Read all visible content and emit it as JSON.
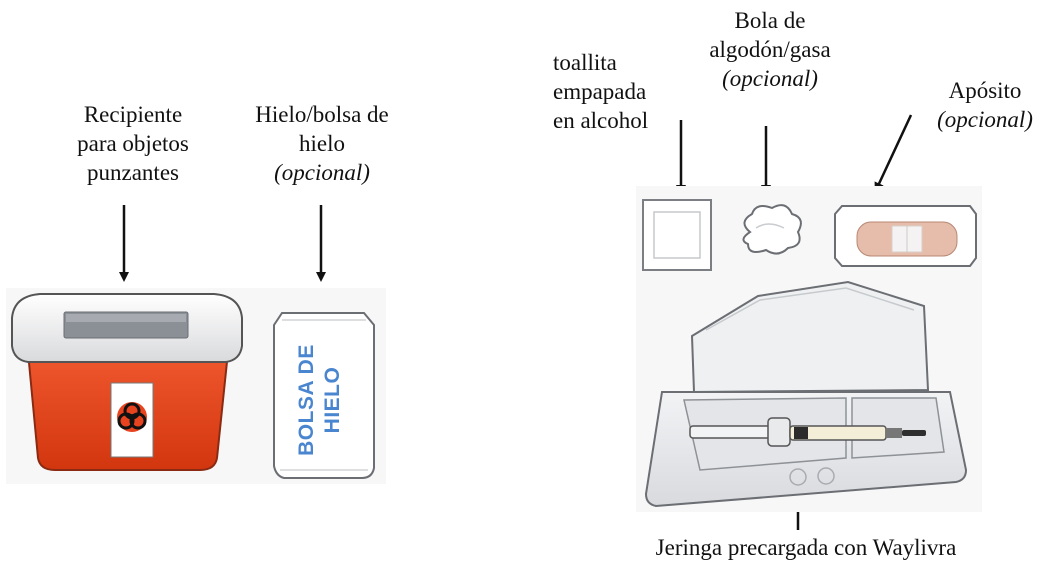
{
  "labels": {
    "sharps_container": [
      "Recipiente",
      "para objetos",
      "punzantes"
    ],
    "ice_pack": {
      "lines": [
        "Hielo/bolsa de",
        "hielo"
      ],
      "optional": "(opcional)"
    },
    "alcohol_wipe": [
      "toallita",
      "empapada",
      "en alcohol"
    ],
    "cotton_ball": {
      "lines": [
        "Bola de",
        "algodón/gasa"
      ],
      "optional": "(opcional)"
    },
    "bandage": {
      "lines": [
        "Apósito"
      ],
      "optional": "(opcional)"
    },
    "syringe": "Jeringa precargada con Waylivra"
  },
  "ice_pack_text": [
    "BOLSA DE",
    "HIELO"
  ],
  "icons": [
    "sharps-container-icon",
    "ice-pack-icon",
    "alcohol-wipe-icon",
    "cotton-ball-icon",
    "bandage-icon",
    "syringe-tray-icon",
    "biohazard-icon"
  ],
  "colors": {
    "sharps_red": "#e8431f",
    "ice_text_blue": "#4a86cf",
    "bandage_pad": "#d7a48f"
  }
}
